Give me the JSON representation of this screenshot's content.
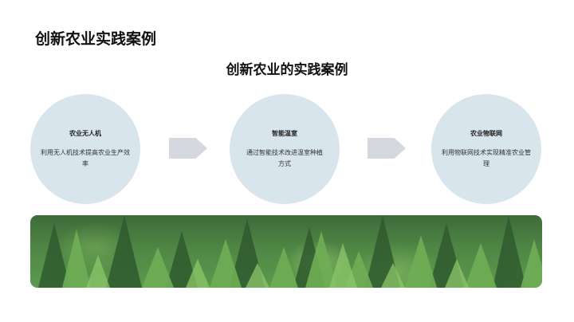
{
  "slide": {
    "title": "创新农业实践案例",
    "subtitle": "创新农业的实践案例"
  },
  "cases": [
    {
      "title": "农业无人机",
      "description": "利用无人机技术提高农业生产效率"
    },
    {
      "title": "智能温室",
      "description": "通过智能技术改进温室种植方式"
    },
    {
      "title": "农业物联网",
      "description": "利用物联网技术实现精准农业管理"
    }
  ],
  "colors": {
    "circle_fill": "#d8e5ed",
    "arrow_fill": "#d5d8de",
    "text_dark": "#111111"
  },
  "banner": {
    "image_subject": "pine-forest"
  }
}
